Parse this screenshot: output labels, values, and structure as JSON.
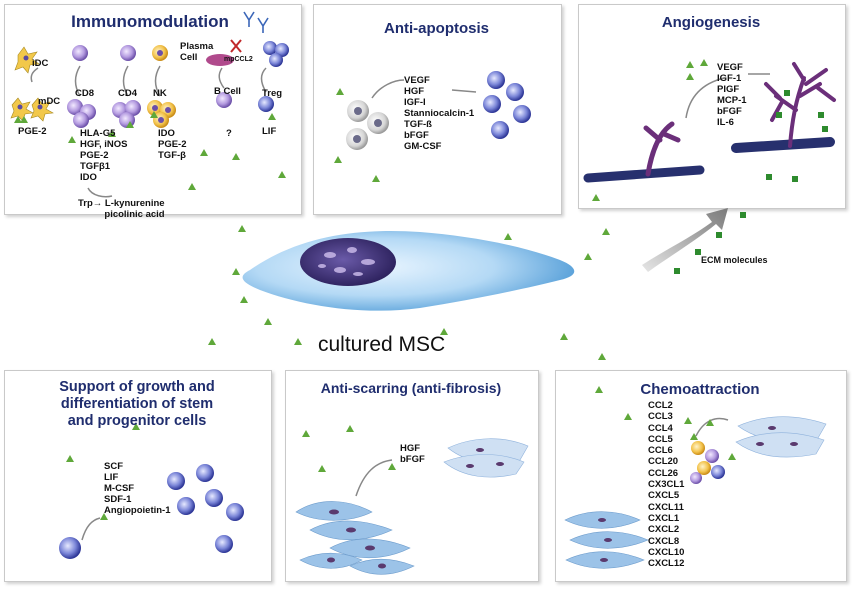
{
  "center": {
    "label": "cultured MSC"
  },
  "ecm_label": "ECM molecules",
  "panels": {
    "immunomodulation": {
      "title": "Immunomodulation",
      "cells": [
        "iDC",
        "mDC",
        "CD8",
        "CD4",
        "NK",
        "B Cell",
        "Treg"
      ],
      "plasma_cell": [
        "Plasma",
        "Cell"
      ],
      "mpccl2": "mpCCL2",
      "pge2_left": "PGE-2",
      "t_cell_factors": [
        "HLA-G5",
        "HGF, iNOS",
        "PGE-2",
        "TGFβ1",
        "IDO"
      ],
      "nk_factors": [
        "IDO",
        "PGE-2",
        "TGF-β"
      ],
      "bcell_factor": "?",
      "treg_factor": "LIF",
      "pathway": [
        "Trp→ L-kynurenine",
        "picolinic acid"
      ]
    },
    "anti_apoptosis": {
      "title": "Anti-apoptosis",
      "factors": [
        "VEGF",
        "HGF",
        "IGF-I",
        "Stanniocalcin-1",
        "TGF-ß",
        "bFGF",
        "GM-CSF"
      ]
    },
    "angiogenesis": {
      "title": "Angiogenesis",
      "factors": [
        "VEGF",
        "IGF-1",
        "PIGF",
        "MCP-1",
        "bFGF",
        "IL-6"
      ]
    },
    "support_growth": {
      "title_lines": [
        "Support of growth and",
        "differentiation of stem",
        "and progenitor cells"
      ],
      "factors": [
        "SCF",
        "LIF",
        "M-CSF",
        "SDF-1",
        "Angiopoietin-1"
      ]
    },
    "anti_scarring": {
      "title": "Anti-scarring (anti-fibrosis)",
      "factors": [
        "HGF",
        "bFGF"
      ]
    },
    "chemoattraction": {
      "title": "Chemoattraction",
      "factors": [
        "CCL2",
        "CCL3",
        "CCL4",
        "CCL5",
        "CCL6",
        "CCL20",
        "CCL26",
        "CX3CL1",
        "CXCL5",
        "CXCL11",
        "CXCL1",
        "CXCL2",
        "CXCL8",
        "CXCL10",
        "CXCL12"
      ]
    }
  },
  "colors": {
    "title": "#1f2d6e",
    "factor_triangle": "#5fa83a",
    "ecm_square": "#2e8b2e",
    "msc_body": "#a9d1f0",
    "nucleus": "#3b2c6e",
    "fibroblast": "#9cc3e8",
    "vessel": "#27306e"
  }
}
